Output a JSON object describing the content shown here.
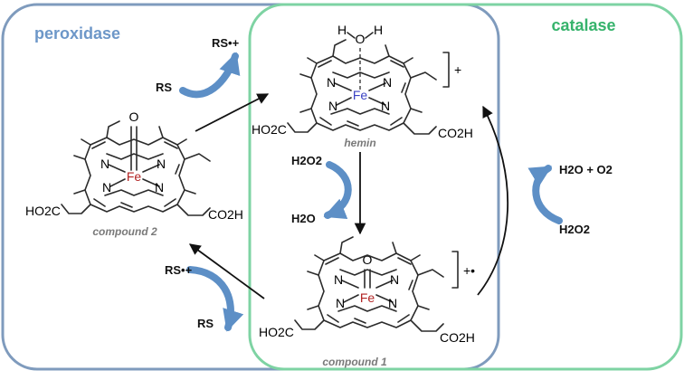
{
  "panels": {
    "left_title": "peroxidase",
    "right_title": "catalase",
    "left_color": "#7f9bbd",
    "right_color": "#7ed3a3",
    "left_text_color": "#6d97c8",
    "right_text_color": "#36b36c"
  },
  "compounds": {
    "hemin": {
      "caption": "hemin",
      "charge": "+",
      "metal": "Fe",
      "metal_color": "#3b43c4",
      "left_acid": "HO2C",
      "right_acid": "CO2H",
      "ligand": "H",
      "ligand_o": "O",
      "ligand_h2": "H"
    },
    "compound2": {
      "caption": "compound 2",
      "charge": "",
      "metal": "Fe",
      "metal_color": "#b22424",
      "left_acid": "HO2C",
      "right_acid": "CO2H",
      "ligand_o": "O"
    },
    "compound1": {
      "caption": "compound 1",
      "charge": "+•",
      "metal": "Fe",
      "metal_color": "#b22424",
      "left_acid": "HO2C",
      "right_acid": "CO2H",
      "ligand_o": "O"
    }
  },
  "nitrogen_symbol": "N",
  "arrow_color": "#5d8fc6",
  "reactions": {
    "top_left": {
      "in": "RS",
      "out": "RS•+"
    },
    "bottom_left": {
      "in": "RS",
      "out": "RS•+"
    },
    "center": {
      "in": "H2O2",
      "out": "H2O"
    },
    "right": {
      "in": "H2O2",
      "out": "H2O + O2"
    }
  }
}
